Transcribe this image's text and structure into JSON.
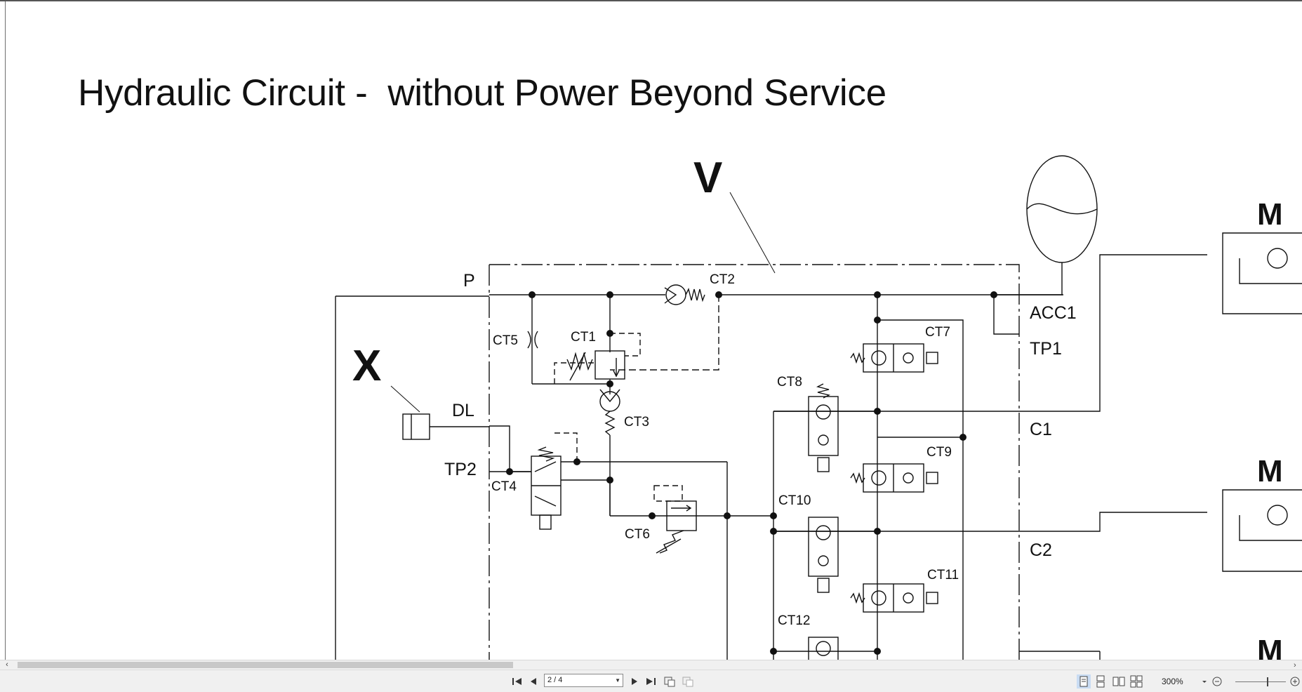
{
  "document": {
    "title": "Hydraulic Circuit -  without Power Beyond Service",
    "callouts": {
      "valve_block": "V",
      "diverter": "X"
    },
    "accumulator_label": "",
    "ports": [
      "P",
      "DL",
      "TP2",
      "ACC1",
      "TP1",
      "C1",
      "C2"
    ],
    "cartridges": [
      "CT1",
      "CT2",
      "CT3",
      "CT4",
      "CT5",
      "CT6",
      "CT7",
      "CT8",
      "CT9",
      "CT10",
      "CT11",
      "CT12"
    ],
    "motor_labels": [
      "M",
      "M",
      "M"
    ]
  },
  "viewer": {
    "page_indicator": "2 / 4",
    "zoom": "300%",
    "scroll_left_glyph": "‹",
    "scroll_right_glyph": "›",
    "icons": [
      "first-page-icon",
      "previous-page-icon",
      "next-page-icon",
      "last-page-icon",
      "previous-view-icon",
      "next-view-icon",
      "single-page-view-icon",
      "continuous-view-icon",
      "facing-view-icon",
      "continuous-facing-view-icon",
      "zoom-out-icon",
      "zoom-in-icon"
    ]
  }
}
